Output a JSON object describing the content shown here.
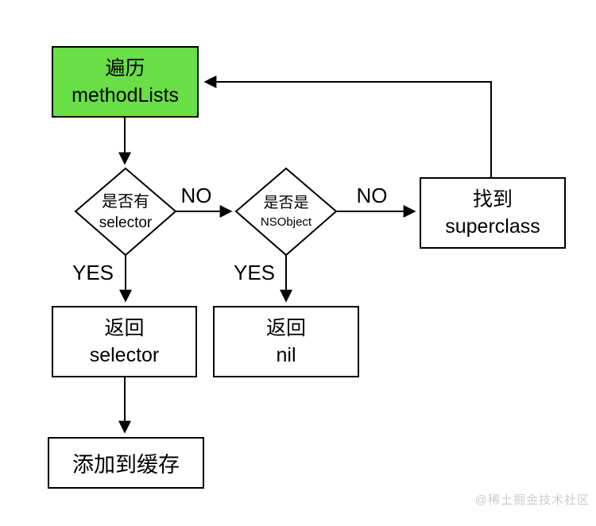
{
  "diagram_title": "method lookup flowchart",
  "colors": {
    "start_node_green": "#69de46",
    "line_black": "#000000",
    "node_fill": "#ffffff",
    "watermark_gray": "#cccccc"
  },
  "nodes": {
    "traverse_method_lists": {
      "line1": "遍历",
      "line2": "methodLists"
    },
    "has_selector": {
      "line1": "是否有",
      "line2": "selector"
    },
    "is_nsobject": {
      "line1": "是否是",
      "line2": "NSObject"
    },
    "found_superclass": {
      "line1": "找到",
      "line2": "superclass"
    },
    "return_selector": {
      "line1": "返回",
      "line2": "selector"
    },
    "return_nil": {
      "line1": "返回",
      "line2": "nil"
    },
    "add_to_cache": {
      "label": "添加到缓存"
    }
  },
  "edge_labels": {
    "no_has_selector": "NO",
    "no_is_nsobject": "NO",
    "yes_has_selector": "YES",
    "yes_is_nsobject": "YES"
  },
  "watermark": "@稀土掘金技术社区"
}
